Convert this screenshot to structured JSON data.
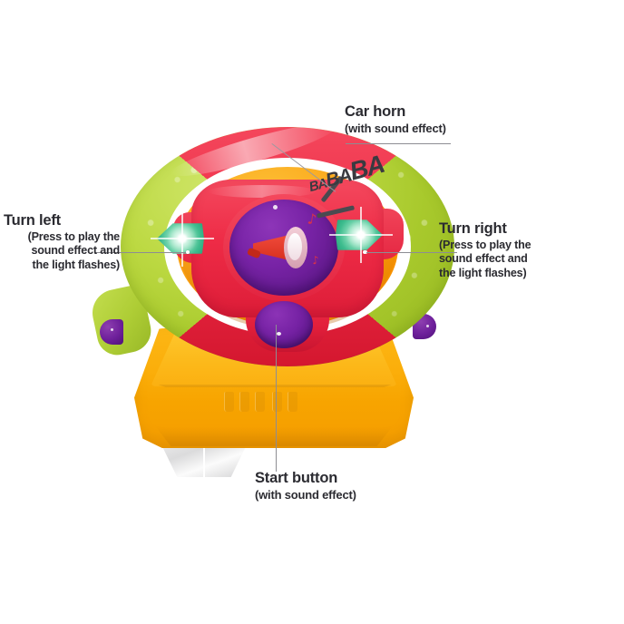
{
  "image": {
    "subject": "Toy car steering wheel with feature callouts",
    "background_color": "#ffffff"
  },
  "callouts": [
    {
      "id": "car-horn",
      "title": "Car horn",
      "subtitle": "(with sound effect)",
      "position": "top-right"
    },
    {
      "id": "turn-left",
      "title": "Turn left",
      "subtitle_lines": [
        "(Press to play the",
        "sound effect and",
        "the light flashes)"
      ],
      "position": "left"
    },
    {
      "id": "turn-right",
      "title": "Turn right",
      "subtitle_lines": [
        "(Press to play the",
        "sound effect and",
        "the light flashes)"
      ],
      "position": "right"
    },
    {
      "id": "start-button",
      "title": "Start button",
      "subtitle": "(with sound effect)",
      "position": "bottom"
    }
  ],
  "sound_effect": {
    "syllable_small": "BA",
    "syllable_medium": "BA",
    "syllable_large": "BA",
    "color": "#3a3a40"
  },
  "colors": {
    "text": "#2b2b31",
    "leader_line": "#8d8d93",
    "rim_red": "#ee2c47",
    "rim_green": "#b5d03a",
    "base_orange": "#fbae0a",
    "hub_purple": "#7823a6",
    "signal_green": "#3fbd8f",
    "suction_gray": "#e0e0e1"
  },
  "parts": {
    "wheel_rim": "steering-wheel-rim",
    "grip_left": "green-textured-grip-left",
    "grip_right": "green-textured-grip-right",
    "center_hub": "red-center-hub",
    "horn_button": "purple-horn-button",
    "horn_icon": "megaphone-icon",
    "left_signal": "left-arrow-signal",
    "right_signal": "right-arrow-signal",
    "start_button": "purple-start-button",
    "base": "orange-base-stand",
    "suction_cup": "suction-cup-mount",
    "knob_left": "purple-side-knob-left",
    "knob_right": "purple-side-knob-right"
  }
}
